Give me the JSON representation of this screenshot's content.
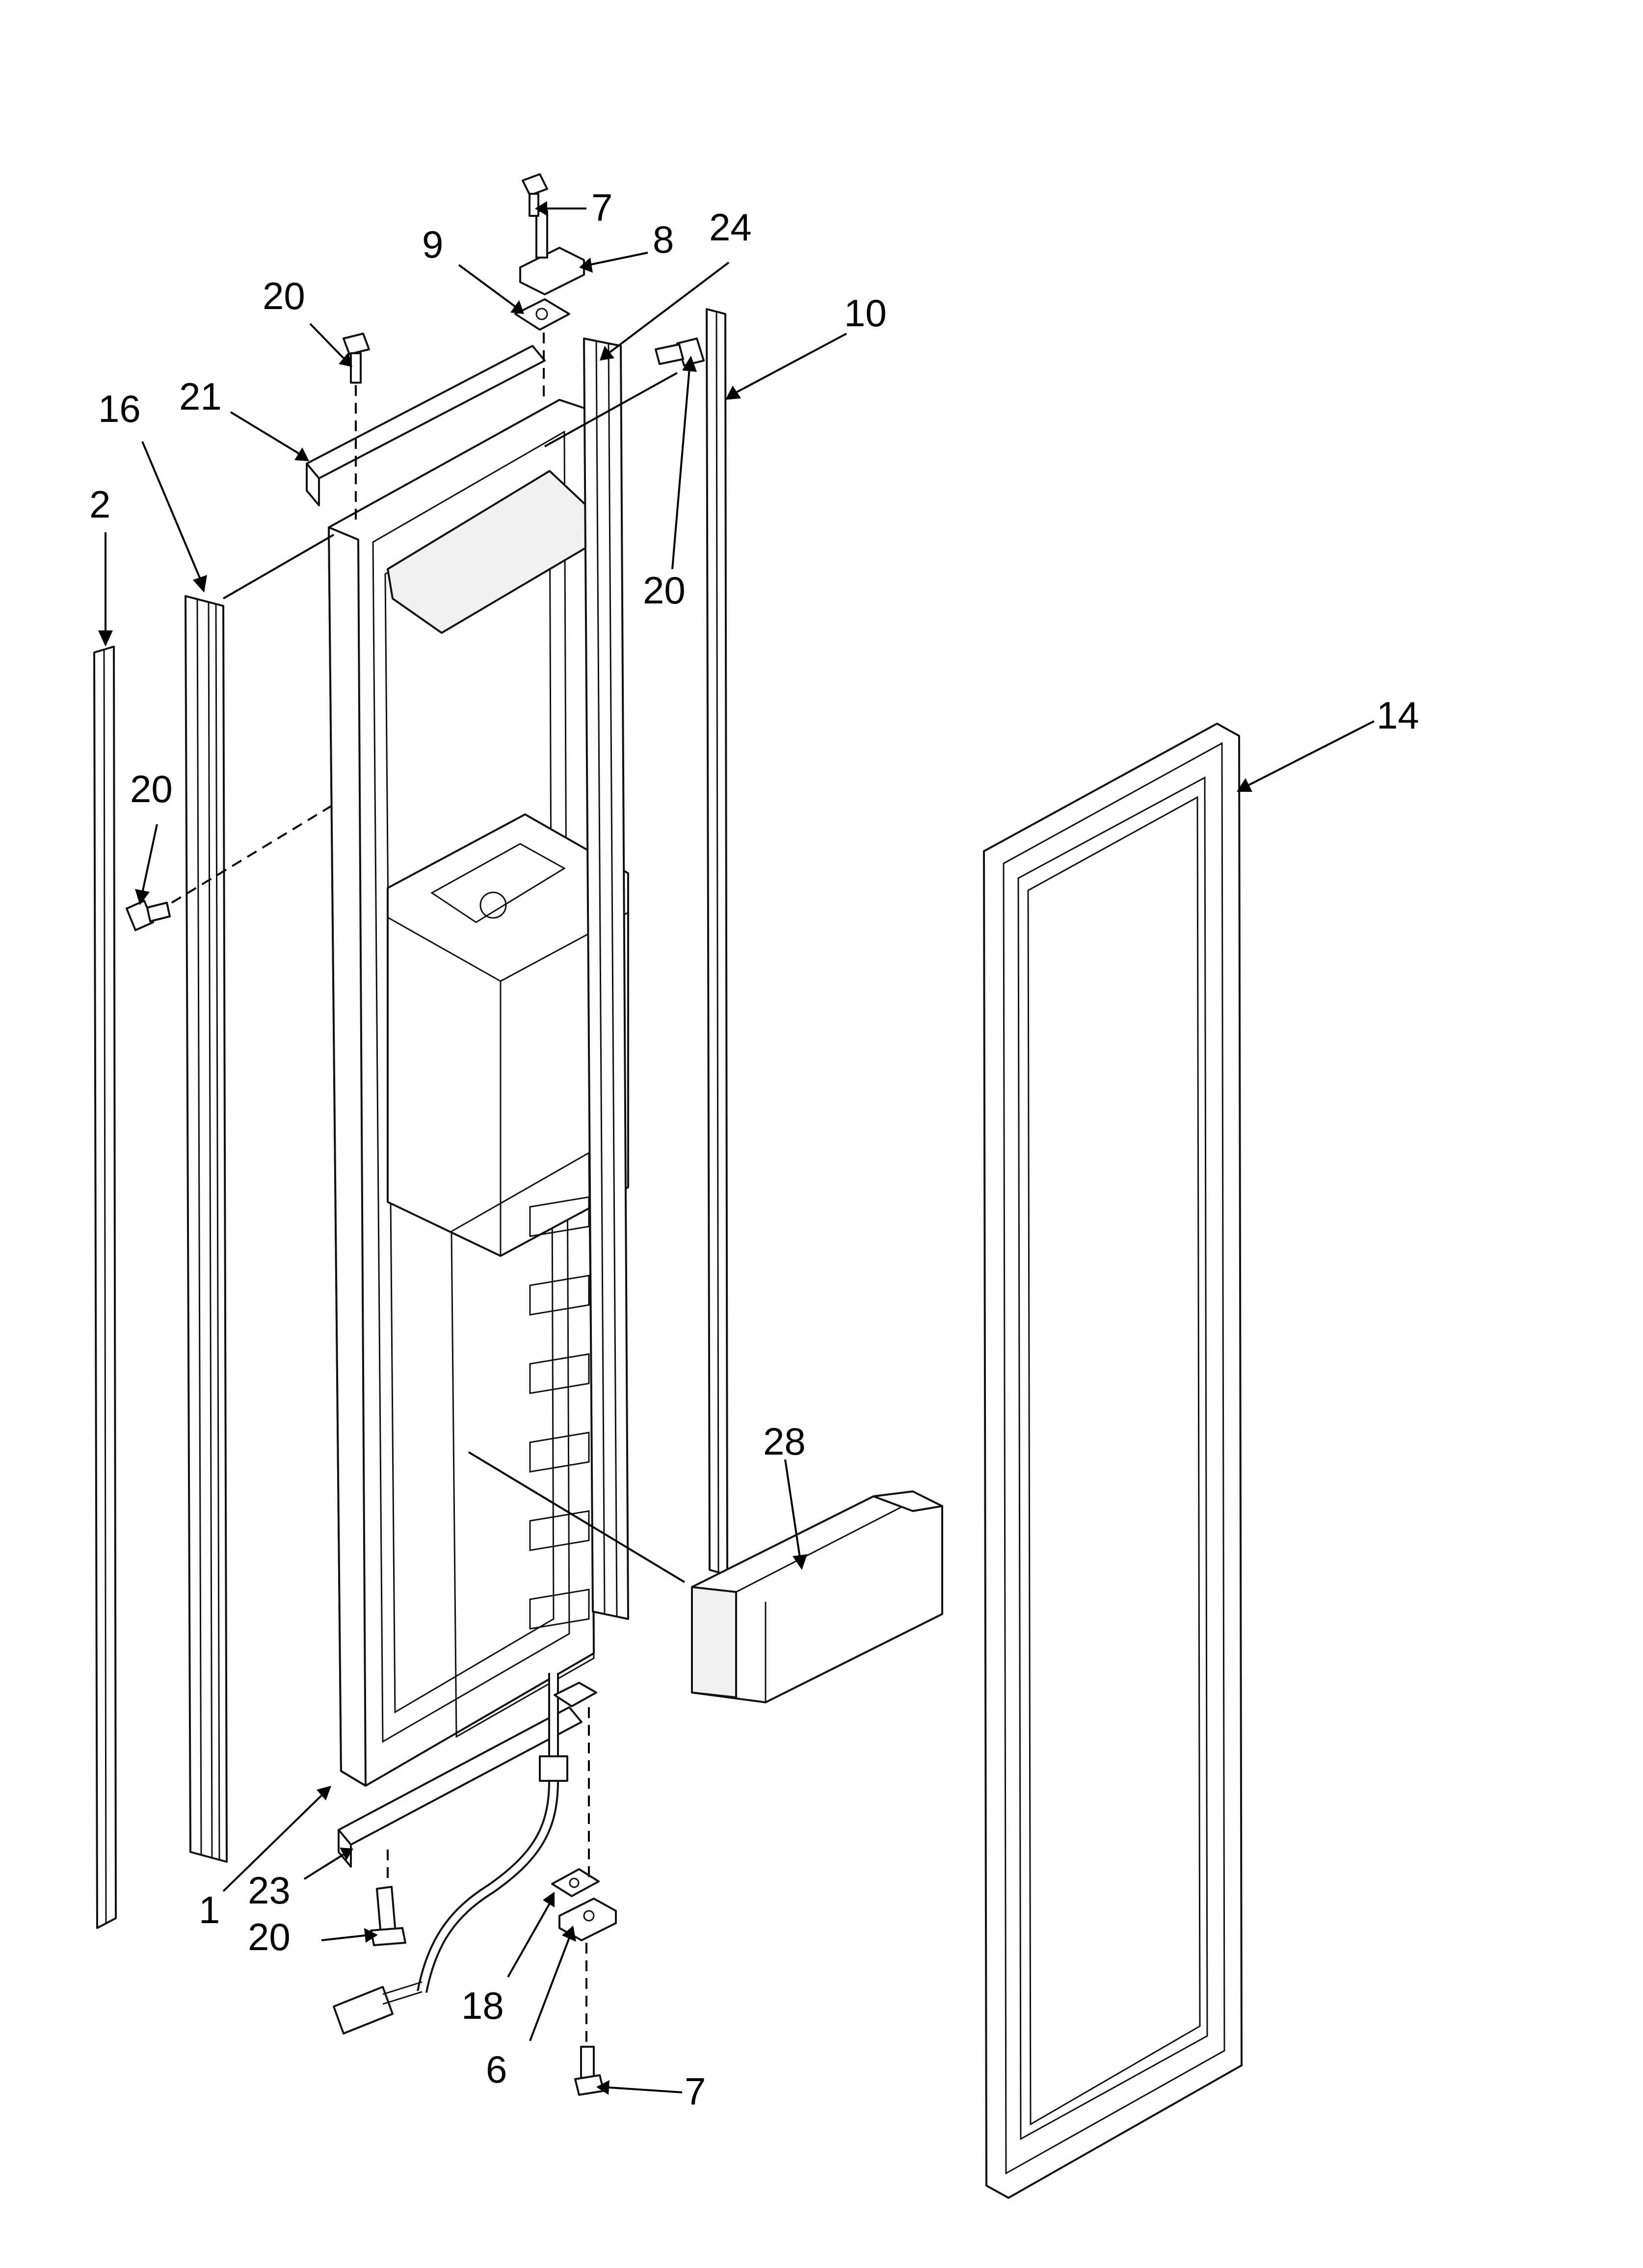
{
  "colors": {
    "line": "#111111",
    "background": "#ffffff"
  },
  "callouts": [
    {
      "id": "c7-top",
      "label": "7"
    },
    {
      "id": "c8",
      "label": "8"
    },
    {
      "id": "c9",
      "label": "9"
    },
    {
      "id": "c24",
      "label": "24"
    },
    {
      "id": "c10",
      "label": "10"
    },
    {
      "id": "c20-top-left",
      "label": "20"
    },
    {
      "id": "c21",
      "label": "21"
    },
    {
      "id": "c16",
      "label": "16"
    },
    {
      "id": "c2",
      "label": "2"
    },
    {
      "id": "c20-top-right",
      "label": "20"
    },
    {
      "id": "c20-mid-left",
      "label": "20"
    },
    {
      "id": "c14",
      "label": "14"
    },
    {
      "id": "c28",
      "label": "28"
    },
    {
      "id": "c1",
      "label": "1"
    },
    {
      "id": "c23",
      "label": "23"
    },
    {
      "id": "c20-bottom",
      "label": "20"
    },
    {
      "id": "c18",
      "label": "18"
    },
    {
      "id": "c6",
      "label": "6"
    },
    {
      "id": "c7-bottom",
      "label": "7"
    }
  ]
}
